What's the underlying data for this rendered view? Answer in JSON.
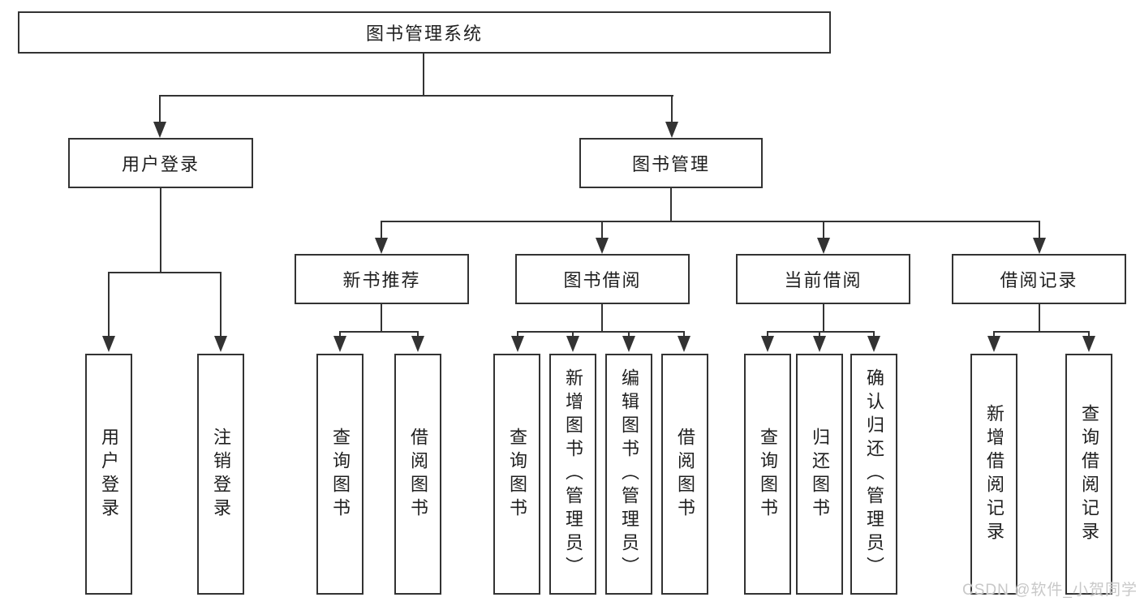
{
  "diagram": {
    "root": {
      "label": "图书管理系统"
    },
    "level2": [
      {
        "label": "用户登录"
      },
      {
        "label": "图书管理"
      }
    ],
    "level3": [
      {
        "label": "新书推荐"
      },
      {
        "label": "图书借阅"
      },
      {
        "label": "当前借阅"
      },
      {
        "label": "借阅记录"
      }
    ],
    "leaves": {
      "user_login": [
        "用户登录",
        "注销登录"
      ],
      "new_book": [
        "查询图书",
        "借阅图书"
      ],
      "borrow": [
        "查询图书",
        "新增图书（管理员）",
        "编辑图书（管理员）",
        "借阅图书"
      ],
      "current": [
        "查询图书",
        "归还图书",
        "确认归还（管理员）"
      ],
      "record": [
        "新增借阅记录",
        "查询借阅记录"
      ]
    }
  },
  "watermark": {
    "text": "CSDN @软件_小贺同学"
  },
  "colors": {
    "line": "#333333",
    "text": "#1f1f1f",
    "background": "#ffffff",
    "watermark": "#c8c8c8"
  }
}
